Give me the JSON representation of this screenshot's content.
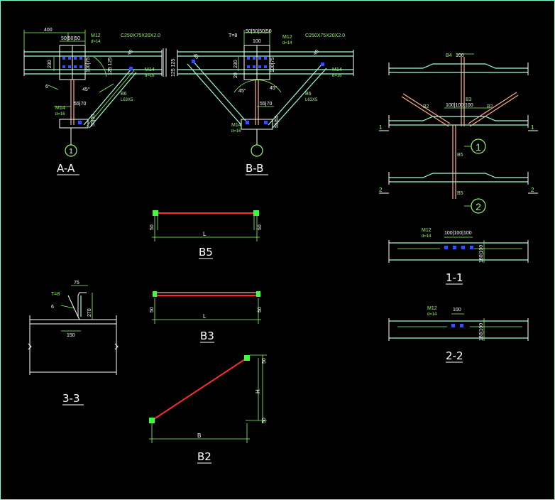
{
  "views": {
    "aa": {
      "caption": "A-A",
      "grid": "1",
      "w400": "400",
      "top_dims": "50|50|50",
      "n12": "M12",
      "d14": "d=14",
      "chan": "C250X75X20X2.0",
      "h230": "230",
      "h125": "125 125",
      "h100": "100|75",
      "n14": "M14",
      "d16": "d=16",
      "b6": "B6",
      "l63": "L63X5",
      "ang": "45°",
      "n14b": "M14",
      "d16b": "d=16",
      "d5570": "55|70",
      "d5555": "55|55",
      "w6": "6",
      "c45": "45"
    },
    "bb": {
      "caption": "B-B",
      "t8": "T=8",
      "top_dims": "50|50|50|50",
      "n12": "M12",
      "d14": "d=14",
      "chan": "C250X75X20X2.0",
      "w100": "100",
      "h125": "125 125",
      "h230": "230",
      "h20": "20",
      "h100": "100|75",
      "n14": "M14",
      "d16": "d=16",
      "b6": "B6",
      "l63": "L63X5",
      "ang1": "45°",
      "ang2": "45°",
      "d5570": "55|70",
      "n14b": "M14",
      "d16b": "d=16",
      "d5555": "55|55",
      "c45a": "45",
      "c45b": "45"
    },
    "plan": {
      "b4": "B4",
      "w100": "100",
      "b3": "B3",
      "b2l": "B2",
      "b2r": "B2",
      "dims": "100|100|100",
      "b5": "B5",
      "b5b": "B5",
      "sec1l": "1",
      "sec1r": "1",
      "sec2l": "2",
      "sec2r": "2",
      "circ1": "1",
      "circ2": "2"
    },
    "s11": {
      "caption": "1-1",
      "n12": "M12",
      "d14": "d=14",
      "dims": "100|100|100",
      "h": "180|100"
    },
    "s22": {
      "caption": "2-2",
      "n12": "M12",
      "d14": "d=14",
      "w100": "100",
      "h": "180|100"
    },
    "s33": {
      "caption": "3-3",
      "t8": "T=8",
      "w75": "75",
      "h270": "270",
      "w6": "6",
      "w150": "150"
    },
    "b5": {
      "caption": "B5",
      "d50a": "50",
      "d50b": "50",
      "L": "L"
    },
    "b3": {
      "caption": "B3",
      "d50a": "50",
      "d50b": "50",
      "L": "L"
    },
    "b2": {
      "caption": "B2",
      "d50a": "50",
      "d50b": "50",
      "H": "H",
      "B": "B"
    }
  },
  "colors": {
    "frame": "#7fffc8",
    "text": "#ffffff",
    "dim": "#8cff5a",
    "beam": "#9dffd2",
    "member": "#ff2a2a",
    "brace": "#ffb08a",
    "bolt": "#3a4cff"
  }
}
